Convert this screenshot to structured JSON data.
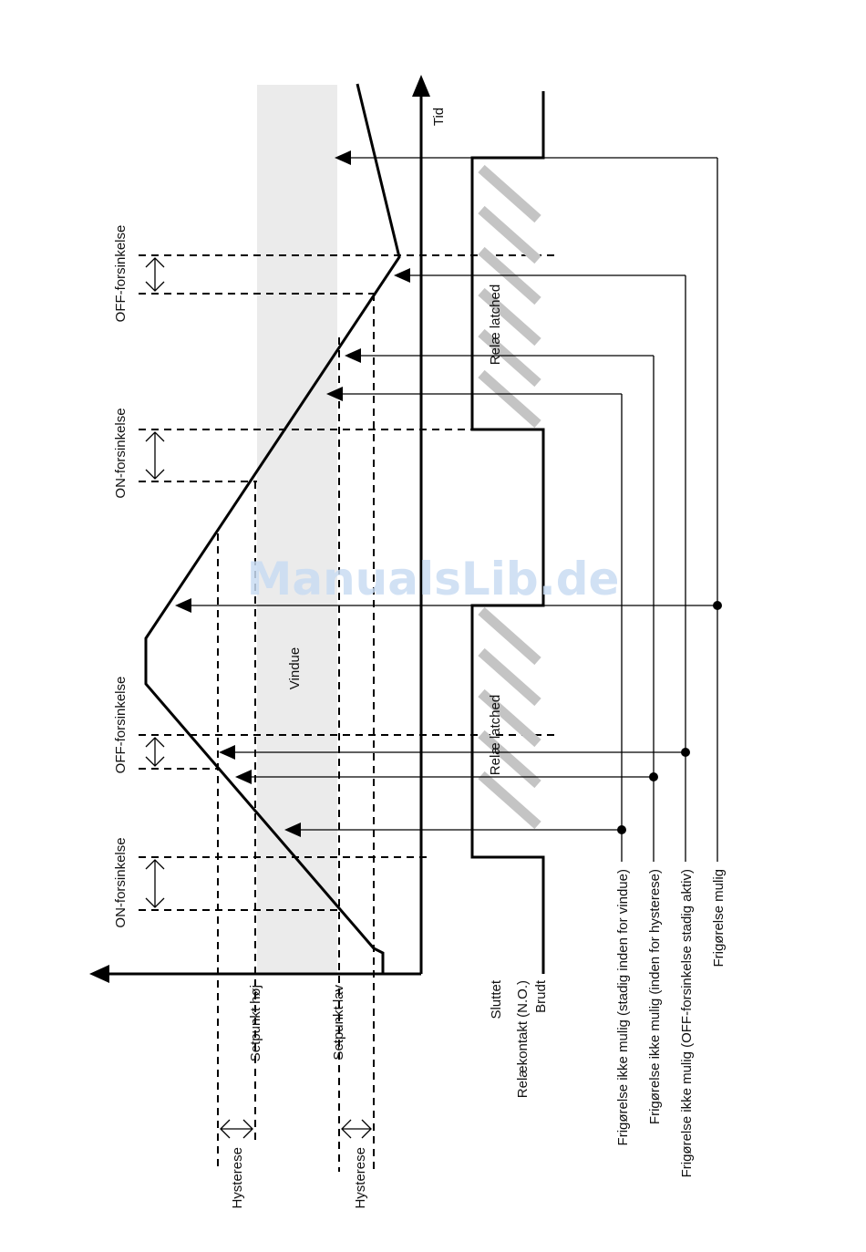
{
  "labels": {
    "tid": "Tid",
    "vindue": "Vindue",
    "on_delay_1": "ON-forsinkelse",
    "off_delay_1": "OFF-forsinkelse",
    "on_delay_2": "ON-forsinkelse",
    "off_delay_2": "OFF-forsinkelse",
    "setpoint_high": "Setpunkt høj",
    "setpoint_low": "Setpunkt lav",
    "hysteresis_1": "Hysterese",
    "hysteresis_2": "Hysterese",
    "relay_latched_1": "Relæ latched",
    "relay_latched_2": "Relæ latched",
    "closed": "Sluttet",
    "relay_contact": "Relækontakt (N.O.)",
    "open": "Brudt",
    "release_not_possible_window": "Frigørelse ikke mulig (stadig inden for vindue)",
    "release_not_possible_hysteresis": "Frigørelse ikke mulig (inden for hysterese)",
    "release_not_possible_off_delay": "Frigørelse ikke mulig (OFF-forsinkelse stadig aktiv)",
    "release_possible": "Frigørelse mulig"
  },
  "watermark": "ManualsLib.de",
  "colors": {
    "window_band": "#ebebeb",
    "hatch": "#c4c4c4",
    "line": "#000000",
    "watermark": "#c9dcf3"
  }
}
